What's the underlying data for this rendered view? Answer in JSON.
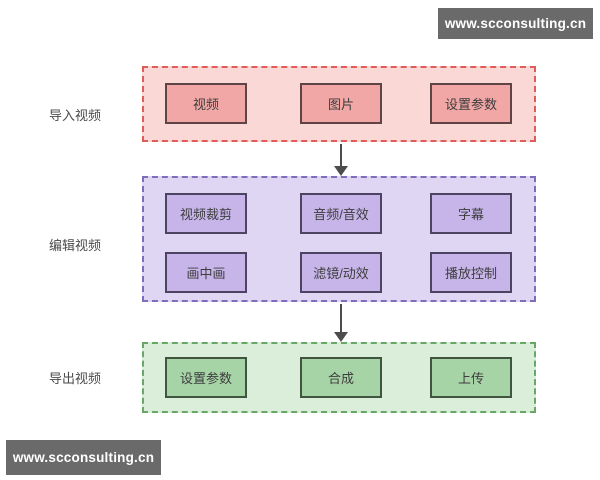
{
  "watermarks": {
    "top": "www.scconsulting.cn",
    "bottom": "www.scconsulting.cn"
  },
  "stages": [
    {
      "label": "导入视频",
      "theme": "red",
      "rows": [
        [
          "视频",
          "图片",
          "设置参数"
        ]
      ]
    },
    {
      "label": "编辑视频",
      "theme": "purple",
      "rows": [
        [
          "视频裁剪",
          "音频/音效",
          "字幕"
        ],
        [
          "画中画",
          "滤镜/动效",
          "播放控制"
        ]
      ]
    },
    {
      "label": "导出视频",
      "theme": "green",
      "rows": [
        [
          "设置参数",
          "合成",
          "上传"
        ]
      ]
    }
  ],
  "colors": {
    "red_container_bg": "#f9d8d6",
    "red_container_border": "#e05c59",
    "red_box_bg": "#f1a7a5",
    "red_box_border": "#5e4444",
    "purple_container_bg": "#ded6f2",
    "purple_container_border": "#7f6cba",
    "purple_box_bg": "#c7b5ea",
    "purple_box_border": "#4c4462",
    "green_container_bg": "#daeeda",
    "green_container_border": "#68a768",
    "green_box_bg": "#a7d4a6",
    "green_box_border": "#3f553f",
    "watermark_bg": "#6a6a6a",
    "arrow": "#4c4c4c"
  }
}
